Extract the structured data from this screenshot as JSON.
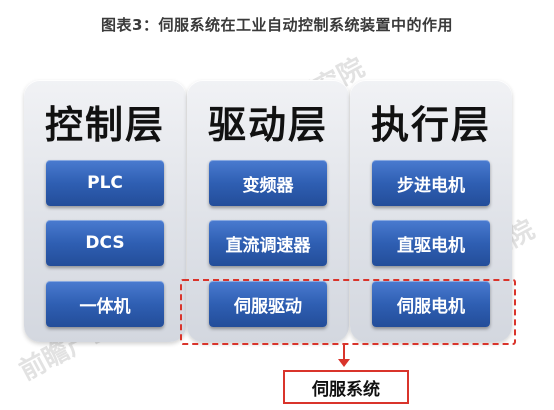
{
  "title": "图表3：伺服系统在工业自动控制系统装置中的作用",
  "columns": [
    {
      "heading": "控制层",
      "items": [
        "PLC",
        "DCS",
        "一体机"
      ]
    },
    {
      "heading": "驱动层",
      "items": [
        "变频器",
        "直流调速器",
        "伺服驱动"
      ]
    },
    {
      "heading": "执行层",
      "items": [
        "步进电机",
        "直驱电机",
        "伺服电机"
      ]
    }
  ],
  "highlight_label": "伺服系统",
  "watermark": "前瞻产业研究院",
  "colors": {
    "box_blue": "#2f5fb3",
    "highlight_red": "#d9342b"
  }
}
